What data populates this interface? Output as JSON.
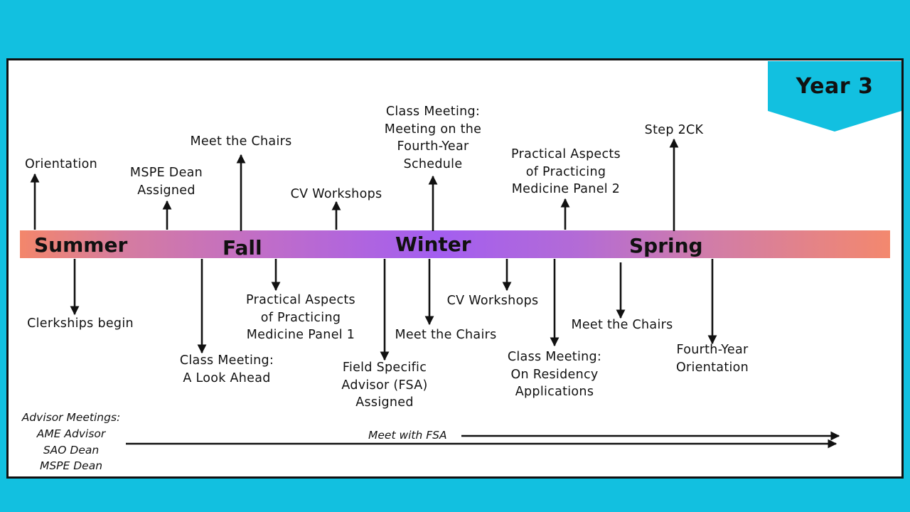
{
  "year_badge": "Year 3",
  "seasons": [
    "Summer",
    "Fall",
    "Winter",
    "Spring"
  ],
  "events_above": {
    "orientation": [
      "Orientation"
    ],
    "mspe_dean": [
      "MSPE Dean",
      "Assigned"
    ],
    "meet_chairs": [
      "Meet the Chairs"
    ],
    "cv_workshops": [
      "CV Workshops"
    ],
    "class_meeting_fourth_year": [
      "Class Meeting:",
      "Meeting on the",
      "Fourth-Year",
      "Schedule"
    ],
    "practical_panel_2": [
      "Practical Aspects",
      "of Practicing",
      "Medicine Panel 2"
    ],
    "step_2ck": [
      "Step 2CK"
    ]
  },
  "events_below": {
    "clerkships_begin": [
      "Clerkships begin"
    ],
    "class_meeting_look_ahead": [
      "Class Meeting:",
      "A Look Ahead"
    ],
    "practical_panel_1": [
      "Practical Aspects",
      "of Practicing",
      "Medicine Panel 1"
    ],
    "fsa_assigned": [
      "Field Specific",
      "Advisor (FSA)",
      "Assigned"
    ],
    "meet_chairs": [
      "Meet the Chairs"
    ],
    "cv_workshops": [
      "CV Workshops"
    ],
    "class_meeting_residency": [
      "Class Meeting:",
      "On Residency",
      "Applications"
    ],
    "meet_chairs_2": [
      "Meet the Chairs"
    ],
    "fourth_year_orientation": [
      "Fourth-Year",
      "Orientation"
    ]
  },
  "advisor_meetings": [
    "Advisor Meetings:",
    "AME Advisor",
    "SAO Dean",
    "MSPE Dean"
  ],
  "meet_with_fsa": "Meet with FSA",
  "colors": {
    "background": "#12c0e0",
    "badge": "#12c0e0",
    "bar_start": "#f3866b",
    "bar_mid": "#a35ef0",
    "bar_end": "#f3886e"
  }
}
